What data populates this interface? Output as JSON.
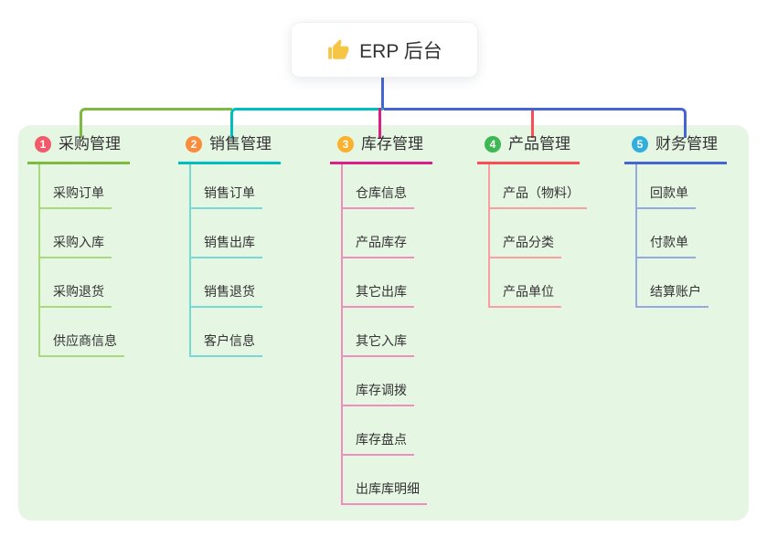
{
  "root": {
    "title": "ERP 后台",
    "icon": "thumbs-up-icon",
    "connector_color": "#4565D3"
  },
  "panel": {
    "background": "#E5F6E3"
  },
  "text_color": "#333333",
  "branches": [
    {
      "badge": "1",
      "label": "采购管理",
      "badge_color": "#F25A6B",
      "line_color": "#7CBB3F",
      "child_line_color": "#A9D87F",
      "children": [
        "采购订单",
        "采购入库",
        "采购退货",
        "供应商信息"
      ]
    },
    {
      "badge": "2",
      "label": "销售管理",
      "badge_color": "#FB8C3C",
      "line_color": "#00BDBE",
      "child_line_color": "#78D8D4",
      "children": [
        "销售订单",
        "销售出库",
        "销售退货",
        "客户信息"
      ]
    },
    {
      "badge": "3",
      "label": "库存管理",
      "badge_color": "#FBB12D",
      "line_color": "#DC1F86",
      "child_line_color": "#F08FBE",
      "children": [
        "仓库信息",
        "产品库存",
        "其它出库",
        "其它入库",
        "库存调拨",
        "库存盘点",
        "出库库明细"
      ]
    },
    {
      "badge": "4",
      "label": "产品管理",
      "badge_color": "#3DB854",
      "line_color": "#F94E56",
      "child_line_color": "#FA9EA2",
      "children": [
        "产品（物料）",
        "产品分类",
        "产品单位"
      ]
    },
    {
      "badge": "5",
      "label": "财务管理",
      "badge_color": "#30AEDC",
      "line_color": "#4565D3",
      "child_line_color": "#94A9DF",
      "children": [
        "回款单",
        "付款单",
        "结算账户"
      ]
    }
  ]
}
